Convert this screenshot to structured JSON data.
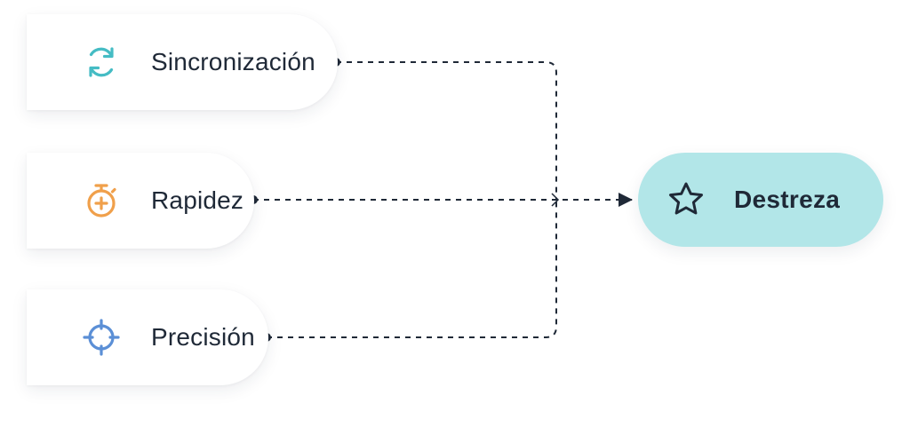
{
  "inputs": [
    {
      "label": "Sincronización",
      "icon": "sync-arrows-icon",
      "color": "#45bcc4"
    },
    {
      "label": "Rapidez",
      "icon": "stopwatch-icon",
      "color": "#f0a04b"
    },
    {
      "label": "Precisión",
      "icon": "crosshair-icon",
      "color": "#5b8fd6"
    }
  ],
  "output": {
    "label": "Destreza",
    "icon": "star-icon",
    "background": "#b2e6e8"
  },
  "connector_color": "#1f2937"
}
